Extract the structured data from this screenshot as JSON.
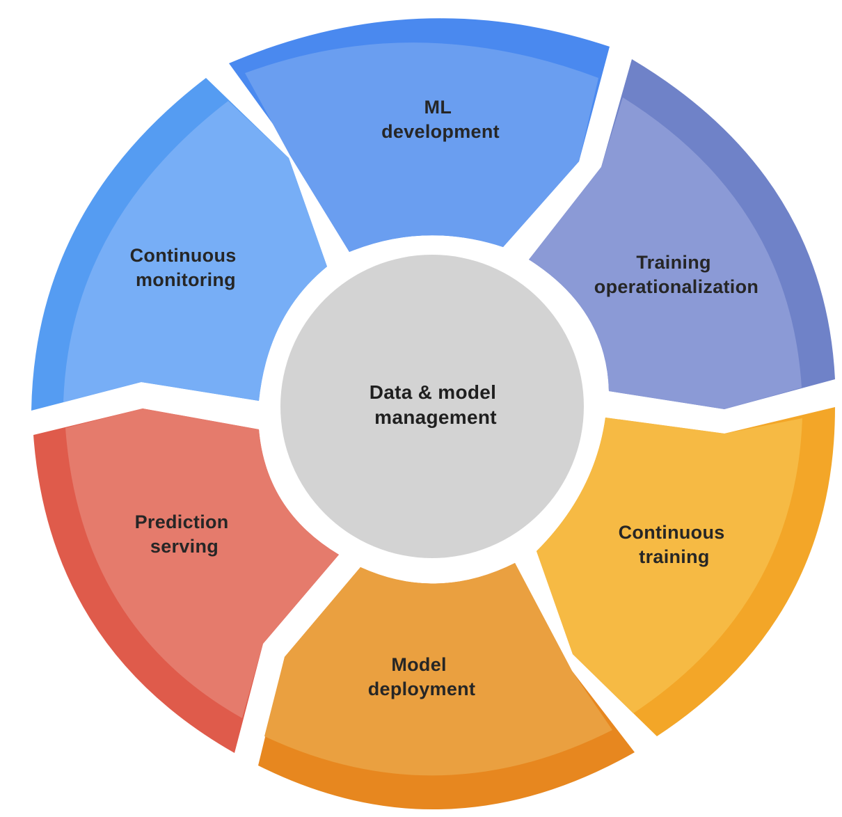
{
  "hub": {
    "lines": [
      "Data & model",
      "management"
    ],
    "color": "#d3d3d3"
  },
  "segments": [
    {
      "id": "ml-development",
      "lines": [
        "ML",
        "development"
      ],
      "fill": "#6a9ef0",
      "rim": "#4a89ef",
      "icon": "ring-segment"
    },
    {
      "id": "training-operationalization",
      "lines": [
        "Training",
        "operationalization"
      ],
      "fill": "#8b9ad6",
      "rim": "#6f82c8",
      "icon": "ring-segment"
    },
    {
      "id": "continuous-training",
      "lines": [
        "Continuous",
        "training"
      ],
      "fill": "#f6ba44",
      "rim": "#f3a628",
      "icon": "ring-segment"
    },
    {
      "id": "model-deployment",
      "lines": [
        "Model",
        "deployment"
      ],
      "fill": "#eaa040",
      "rim": "#e7871f",
      "icon": "ring-segment"
    },
    {
      "id": "prediction-serving",
      "lines": [
        "Prediction",
        "serving"
      ],
      "fill": "#e57b6c",
      "rim": "#df5b4b",
      "icon": "ring-segment"
    },
    {
      "id": "continuous-monitoring",
      "lines": [
        "Continuous",
        "monitoring"
      ],
      "fill": "#77aef6",
      "rim": "#559cf2",
      "icon": "ring-segment"
    }
  ]
}
